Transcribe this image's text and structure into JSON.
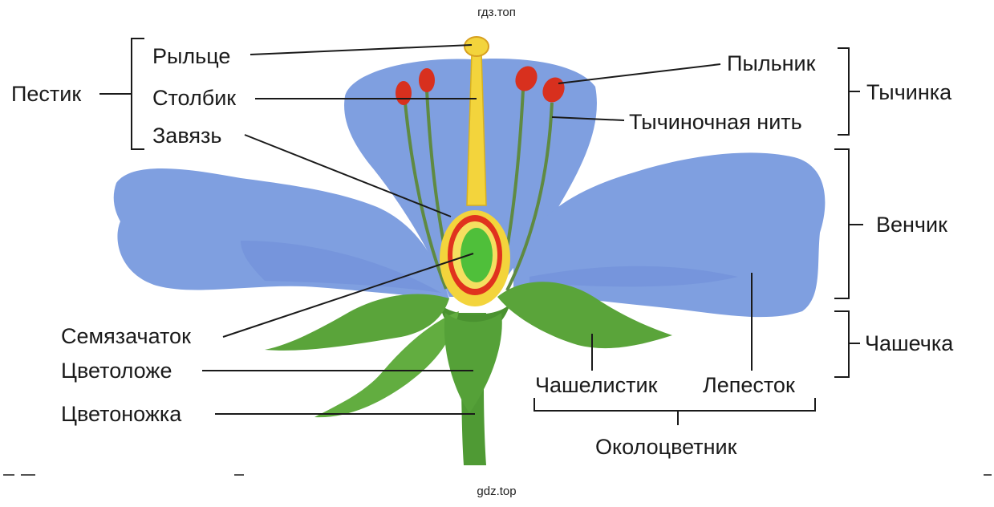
{
  "watermark_top": "гдз.топ",
  "watermark_bottom": "gdz.top",
  "labels": {
    "stigma": "Рыльце",
    "style": "Столбик",
    "ovary": "Завязь",
    "pistil": "Пестик",
    "anther": "Пыльник",
    "filament": "Тычиночная нить",
    "stamen": "Тычинка",
    "corolla": "Венчик",
    "calyx": "Чашечка",
    "ovule": "Семязачаток",
    "receptacle": "Цветоложе",
    "pedicel": "Цветоножка",
    "sepal": "Чашелистик",
    "petal": "Лепесток",
    "perianth": "Околоцветник"
  },
  "colors": {
    "petal": "#7f9fe0",
    "petal_shade": "#5f7fcf",
    "sepal": "#5aa43a",
    "stem": "#4f9a34",
    "pistil": "#f3d43c",
    "ovary_wall": "#e0321e",
    "ovule": "#4fbf3a",
    "anther": "#d8301e",
    "filament": "#5f8a42",
    "text": "#1a1a1a"
  }
}
